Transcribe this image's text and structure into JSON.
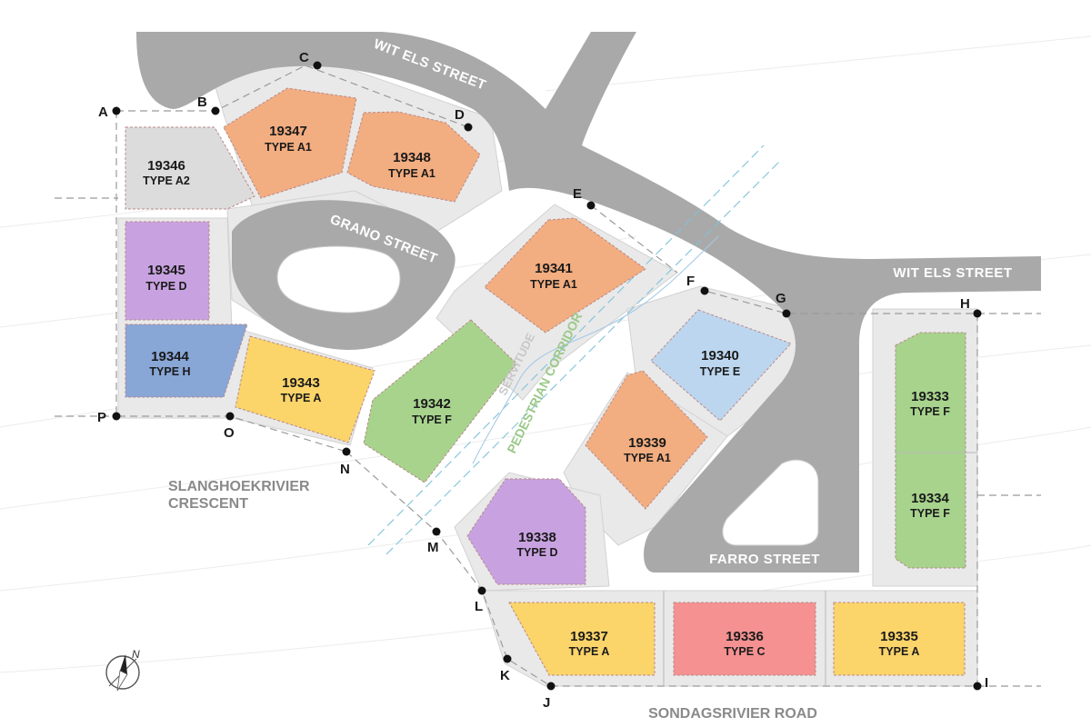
{
  "streets": {
    "wit_els_1": "WIT ELS STREET",
    "wit_els_2": "WIT ELS STREET",
    "grano": "GRANO STREET",
    "farro": "FARRO STREET",
    "slanghoek_1": "SLANGHOEKRIVIER",
    "slanghoek_2": "CRESCENT",
    "sondags": "SONDAGSRIVIER ROAD",
    "corridor": "PEDESTRIAN CORRIDOR",
    "servitude": "SERVITUDE"
  },
  "compass": {
    "label": "N"
  },
  "points": {
    "A": "A",
    "B": "B",
    "C": "C",
    "D": "D",
    "E": "E",
    "F": "F",
    "G": "G",
    "H": "H",
    "I": "I",
    "J": "J",
    "K": "K",
    "L": "L",
    "M": "M",
    "N": "N",
    "O": "O",
    "P": "P"
  },
  "plots": [
    {
      "id": "p19346",
      "num": "19346",
      "type": "TYPE A2",
      "color": "#dcdcdc"
    },
    {
      "id": "p19347",
      "num": "19347",
      "type": "TYPE A1",
      "color": "#f2ad80"
    },
    {
      "id": "p19348",
      "num": "19348",
      "type": "TYPE A1",
      "color": "#f2ad80"
    },
    {
      "id": "p19345",
      "num": "19345",
      "type": "TYPE D",
      "color": "#c8a2e0"
    },
    {
      "id": "p19344",
      "num": "19344",
      "type": "TYPE H",
      "color": "#88a6d6"
    },
    {
      "id": "p19343",
      "num": "19343",
      "type": "TYPE A",
      "color": "#fbd46a"
    },
    {
      "id": "p19342",
      "num": "19342",
      "type": "TYPE F",
      "color": "#a7d38d"
    },
    {
      "id": "p19341",
      "num": "19341",
      "type": "TYPE A1",
      "color": "#f2ad80"
    },
    {
      "id": "p19340",
      "num": "19340",
      "type": "TYPE E",
      "color": "#bcd6ef"
    },
    {
      "id": "p19339",
      "num": "19339",
      "type": "TYPE A1",
      "color": "#f2ad80"
    },
    {
      "id": "p19338",
      "num": "19338",
      "type": "TYPE D",
      "color": "#c8a2e0"
    },
    {
      "id": "p19337",
      "num": "19337",
      "type": "TYPE A",
      "color": "#fbd46a"
    },
    {
      "id": "p19336",
      "num": "19336",
      "type": "TYPE C",
      "color": "#f59191"
    },
    {
      "id": "p19335",
      "num": "19335",
      "type": "TYPE A",
      "color": "#fbd46a"
    },
    {
      "id": "p19333",
      "num": "19333",
      "type": "TYPE F",
      "color": "#a7d38d"
    },
    {
      "id": "p19334",
      "num": "19334",
      "type": "TYPE F",
      "color": "#a7d38d"
    }
  ],
  "colors": {
    "road": "#a9a9a9",
    "sidewalk": "#e6e6e6",
    "boundary": "#9a9a9a"
  }
}
